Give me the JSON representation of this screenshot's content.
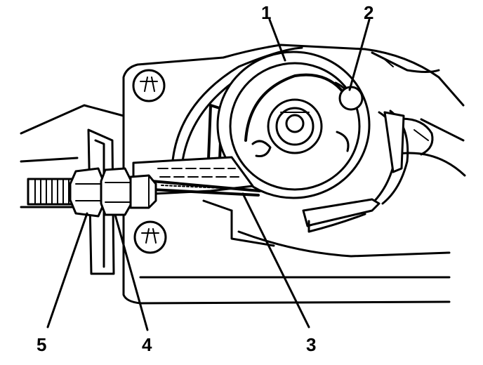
{
  "callouts": [
    {
      "id": "1",
      "label": "1"
    },
    {
      "id": "2",
      "label": "2"
    },
    {
      "id": "3",
      "label": "3"
    },
    {
      "id": "4",
      "label": "4"
    },
    {
      "id": "5",
      "label": "5"
    }
  ],
  "colors": {
    "line": "#000000",
    "background": "#ffffff"
  }
}
